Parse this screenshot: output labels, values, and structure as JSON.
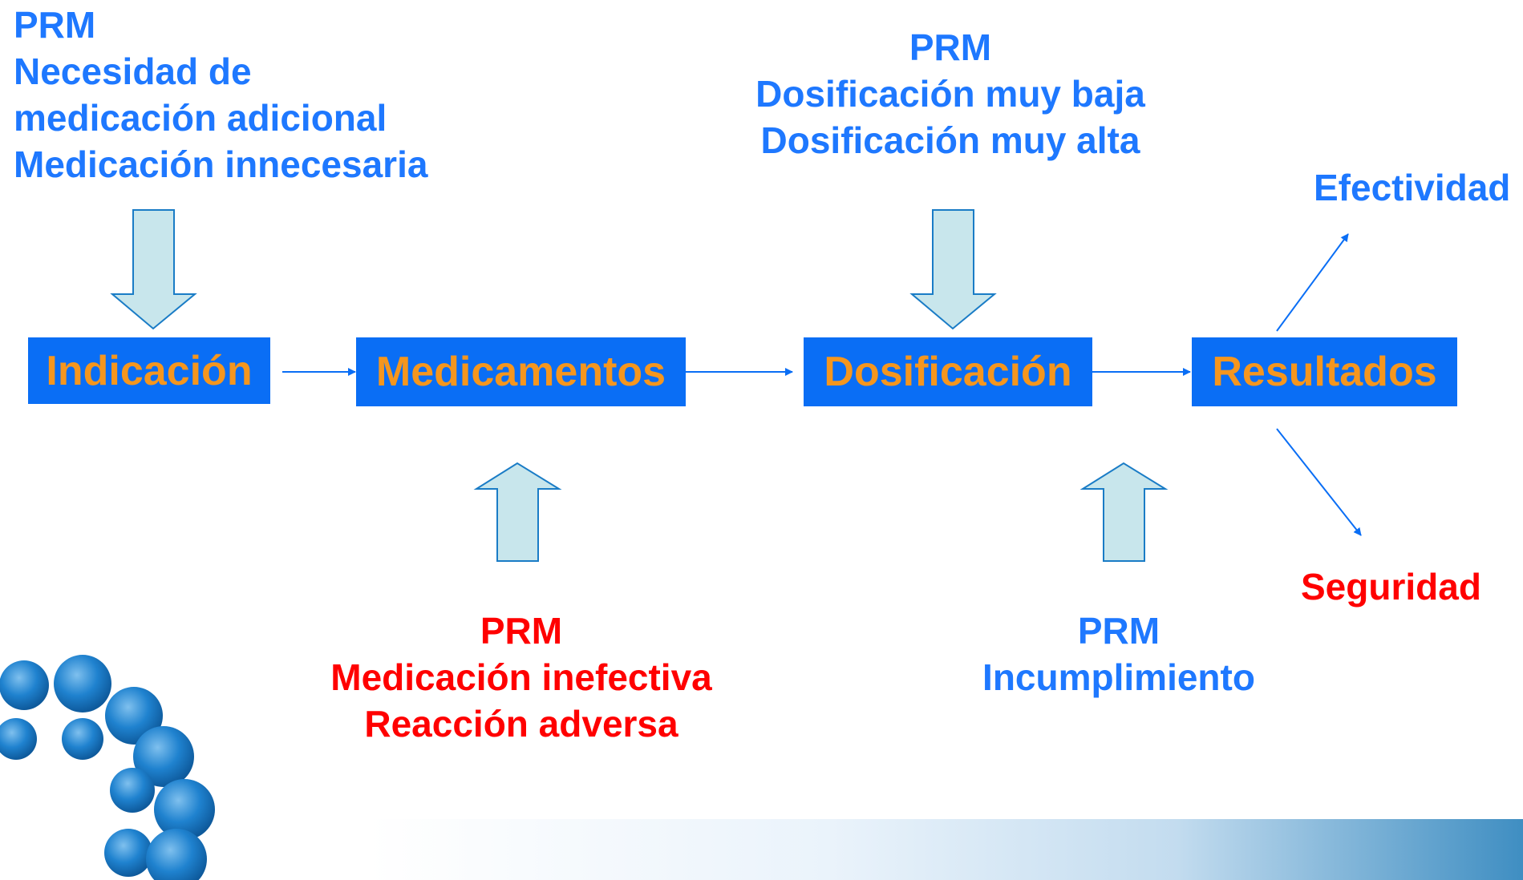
{
  "diagram": {
    "top_left_note": {
      "lines": [
        "PRM",
        "Necesidad de",
        "medicación adicional",
        "Medicación innecesaria"
      ]
    },
    "top_center_note": {
      "lines": [
        "PRM",
        "Dosificación muy baja",
        "Dosificación muy alta"
      ]
    },
    "bottom_left_note": {
      "lines": [
        "PRM",
        "Medicación inefectiva",
        "Reacción adversa"
      ]
    },
    "bottom_right_note": {
      "lines": [
        "PRM",
        "Incumplimiento"
      ]
    },
    "boxes": {
      "indicacion": "Indicación",
      "medicamentos": "Medicamentos",
      "dosificacion": "Dosificación",
      "resultados": "Resultados"
    },
    "outcomes": {
      "efectividad": "Efectividad",
      "seguridad": "Seguridad"
    }
  },
  "colors": {
    "box_fill": "#0a6ef5",
    "box_text": "#f5961e",
    "blue_text": "#1e78ff",
    "red_text": "#ff0000",
    "block_arrow_fill": "#c8e6ec",
    "logo_blue": "#1a7cc6"
  },
  "icons": [
    "logo-dots-icon",
    "down-arrow-icon",
    "up-arrow-icon",
    "right-arrow-icon"
  ]
}
